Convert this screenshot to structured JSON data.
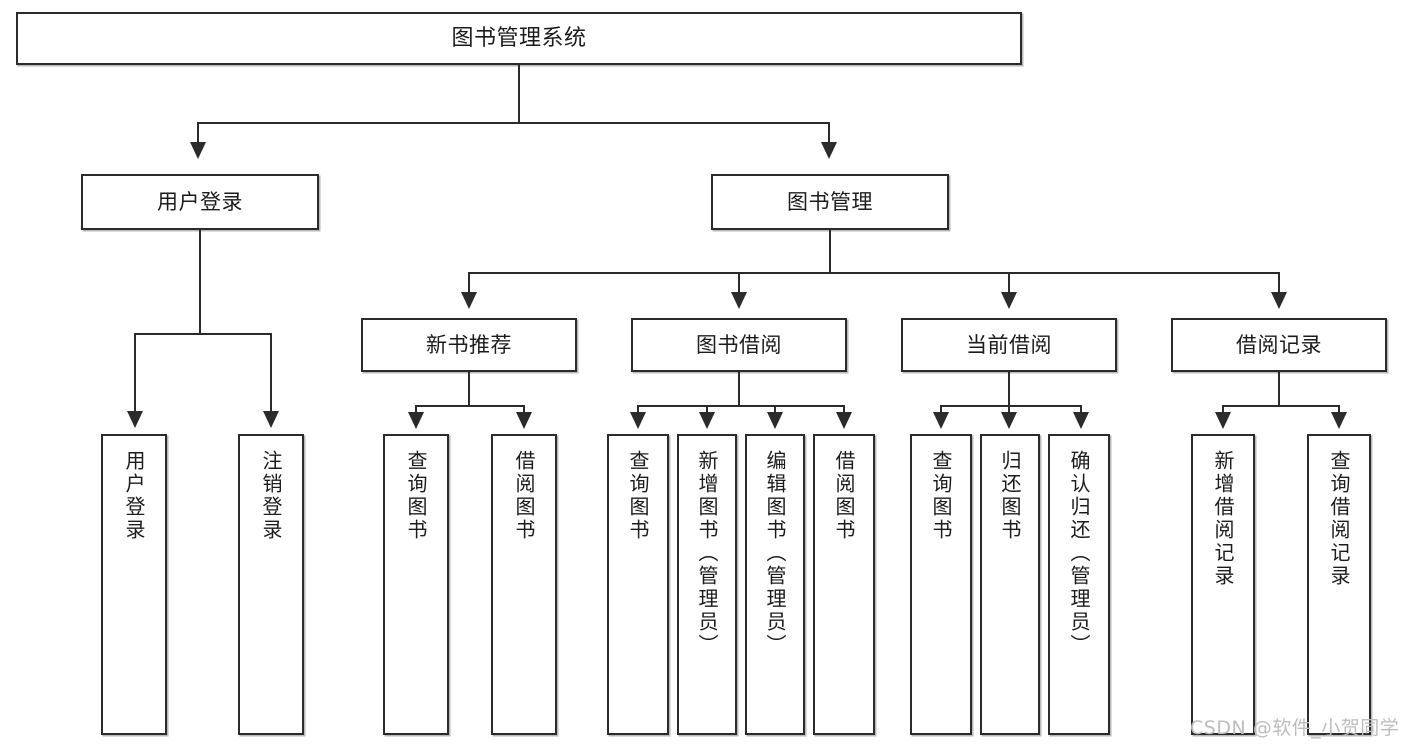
{
  "diagram": {
    "title": "图书管理系统",
    "type": "functional-structure-tree",
    "root": {
      "label": "图书管理系统"
    },
    "level1": [
      {
        "label": "用户登录"
      },
      {
        "label": "图书管理"
      }
    ],
    "level2": [
      {
        "label": "新书推荐"
      },
      {
        "label": "图书借阅"
      },
      {
        "label": "当前借阅"
      },
      {
        "label": "借阅记录"
      }
    ],
    "leaves": {
      "user_login": [
        {
          "label": "用户登录"
        },
        {
          "label": "注销登录"
        }
      ],
      "new_book_recommend": [
        {
          "label": "查询图书"
        },
        {
          "label": "借阅图书"
        }
      ],
      "book_borrow": [
        {
          "label": "查询图书"
        },
        {
          "label": "新增图书（管理员）"
        },
        {
          "label": "编辑图书（管理员）"
        },
        {
          "label": "借阅图书"
        }
      ],
      "current_borrow": [
        {
          "label": "查询图书"
        },
        {
          "label": "归还图书"
        },
        {
          "label": "确认归还（管理员）"
        }
      ],
      "borrow_records": [
        {
          "label": "新增借阅记录"
        },
        {
          "label": "查询借阅记录"
        }
      ]
    }
  },
  "watermark": {
    "text": "CSDN @软件_小贺同学"
  },
  "colors": {
    "border": "#2b2b2b",
    "background": "#ffffff",
    "text": "#1c1c1c",
    "watermark": "#bdbdbd",
    "shadow": "#b9b9b9"
  }
}
